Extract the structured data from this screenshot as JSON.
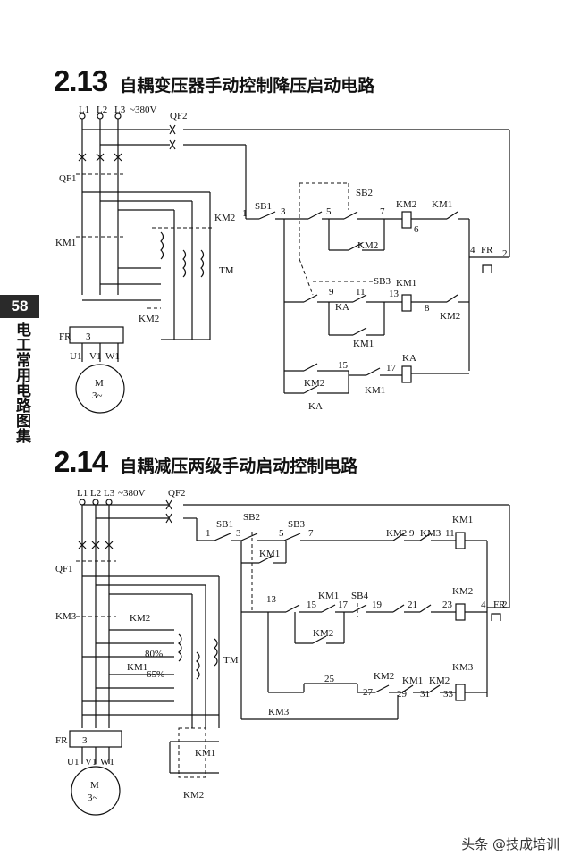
{
  "page_number": "58",
  "side_label": "电工常用电路图集",
  "watermark": "头条 @技成培训",
  "sections": [
    {
      "number": "2.13",
      "title": "自耦变压器手动控制降压启动电路",
      "labels": {
        "L1": "L1",
        "L2": "L2",
        "L3": "L3",
        "voltage": "~380V",
        "QF2": "QF2",
        "QF1": "QF1",
        "KM1": "KM1",
        "KM2": "KM2",
        "TM": "TM",
        "FR": "FR",
        "FR_box": "3",
        "U1": "U1",
        "V1": "V1",
        "W1": "W1",
        "motor_M": "M",
        "motor_phase": "3~",
        "SB1": "SB1",
        "SB2": "SB2",
        "SB3": "SB3",
        "KA": "KA",
        "n1": "1",
        "n2": "2",
        "n3": "3",
        "n4": "4",
        "n5": "5",
        "n6": "6",
        "n7": "7",
        "n8": "8",
        "n9": "9",
        "n11": "11",
        "n13": "13",
        "n15": "15",
        "n17": "17"
      }
    },
    {
      "number": "2.14",
      "title": "自耦减压两级手动启动控制电路",
      "labels": {
        "L1": "L1",
        "L2": "L2",
        "L3": "L3",
        "voltage": "~380V",
        "QF2": "QF2",
        "QF1": "QF1",
        "KM1": "KM1",
        "KM2": "KM2",
        "KM3": "KM3",
        "TM": "TM",
        "tap80": "80%",
        "tap65": "65%",
        "FR": "FR",
        "FR_box": "3",
        "U1": "U1",
        "V1": "V1",
        "W1": "W1",
        "motor_M": "M",
        "motor_phase": "3~",
        "SB1": "SB1",
        "SB2": "SB2",
        "SB3": "SB3",
        "SB4": "SB4",
        "n1": "1",
        "n2": "2",
        "n3": "3",
        "n4": "4",
        "n5": "5",
        "n7": "7",
        "n9": "9",
        "n11": "11",
        "n13": "13",
        "n15": "15",
        "n17": "17",
        "n19": "19",
        "n21": "21",
        "n23": "23",
        "n25": "25",
        "n27": "27",
        "n29": "29",
        "n31": "31",
        "n33": "33"
      }
    }
  ]
}
